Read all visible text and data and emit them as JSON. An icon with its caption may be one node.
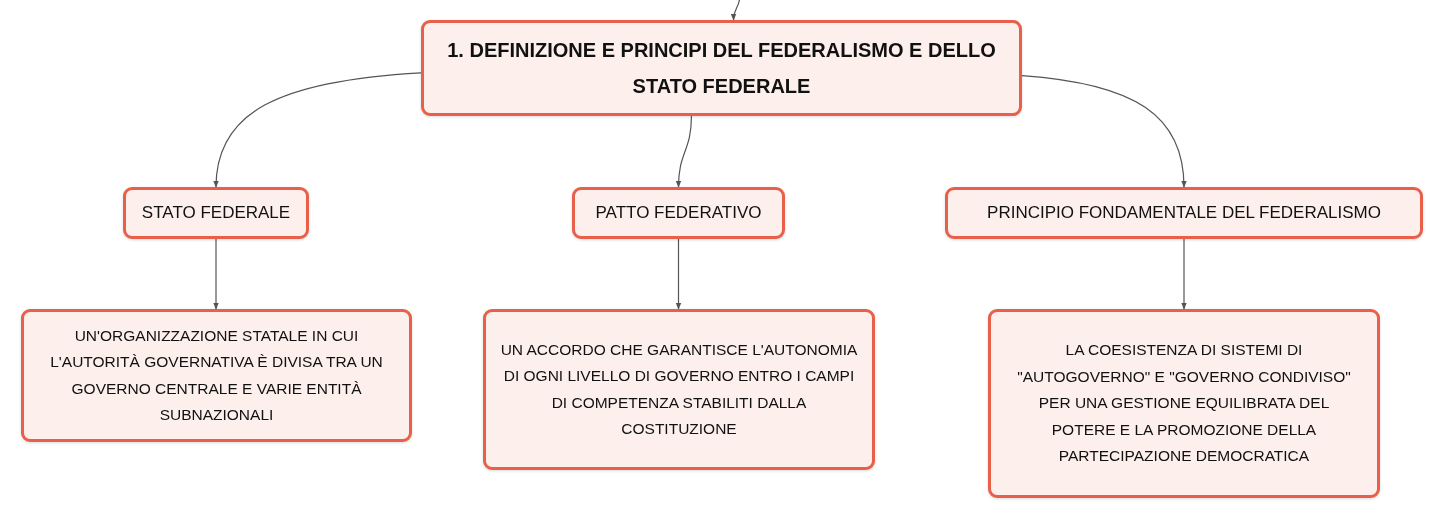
{
  "diagram": {
    "nodes": [
      {
        "text": [
          "1. DEFINIZIONE E PRINCIPI DEL FEDERALISMO E DELLO STATO FEDERALE"
        ]
      },
      {
        "text": [
          "STATO FEDERALE"
        ]
      },
      {
        "text": [
          "PATTO FEDERATIVO"
        ]
      },
      {
        "text": [
          "PRINCIPIO FONDAMENTALE DEL FEDERALISMO"
        ]
      },
      {
        "text": [
          "UN'ORGANIZZAZIONE STATALE IN CUI L'AUTORITÀ GOVERNATIVA È DIVISA TRA UN GOVERNO CENTRALE E VARIE ENTITÀ SUBNAZIONALI"
        ]
      },
      {
        "text": [
          "UN ACCORDO CHE GARANTISCE L'AUTONOMIA DI OGNI LIVELLO DI GOVERNO ENTRO I CAMPI DI COMPETENZA STABILITI DALLA COSTITUZIONE"
        ]
      },
      {
        "text": [
          "LA COESISTENZA DI SISTEMI DI \"AUTOGOVERNO\" E \"GOVERNO CONDIVISO\" PER UNA GESTIONE EQUILIBRATA DEL POTERE E LA PROMOZIONE DELLA PARTECIPAZIONE DEMOCRATICA"
        ]
      }
    ],
    "edges": [
      {
        "from": null,
        "to": 0,
        "arrow": "to"
      },
      {
        "from": 0,
        "to": 1,
        "arrow": "to"
      },
      {
        "from": 0,
        "to": 2,
        "arrow": "to"
      },
      {
        "from": 0,
        "to": 3,
        "arrow": "to"
      },
      {
        "from": 1,
        "to": 4,
        "arrow": "to"
      },
      {
        "from": 2,
        "to": 5,
        "arrow": "to"
      },
      {
        "from": 3,
        "to": 6,
        "arrow": "to"
      }
    ]
  }
}
